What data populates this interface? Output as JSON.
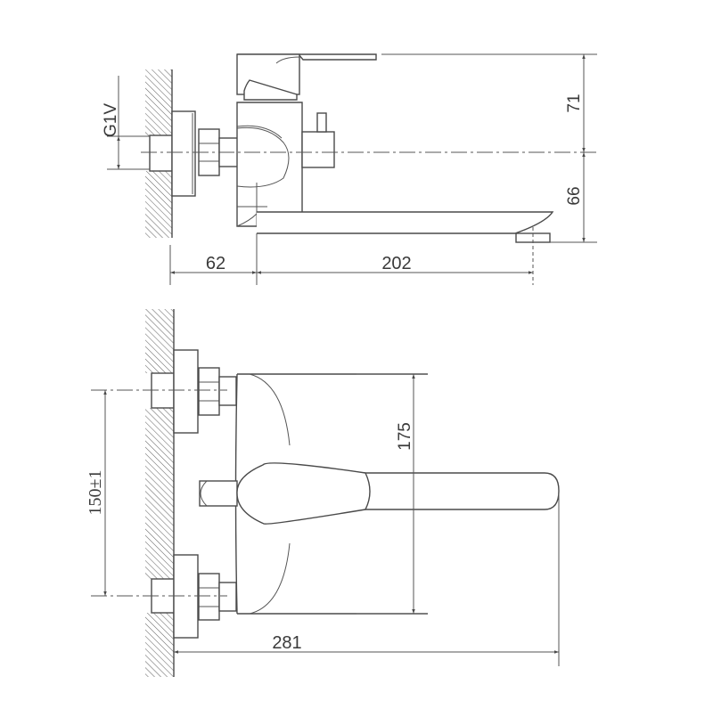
{
  "drawing": {
    "subject": "Wall-mounted single-lever faucet with swivel spout",
    "stroke_color": "#4a4a4a",
    "background": "#ffffff"
  },
  "side_view": {
    "thread_label": "G1V",
    "dim_wall_to_body": "62",
    "dim_body_to_spout": "202",
    "dim_top_height": "71",
    "dim_bottom_height": "66"
  },
  "top_view": {
    "dim_inlet_spacing": "150±1",
    "dim_body_width": "175",
    "dim_total_length": "281"
  }
}
